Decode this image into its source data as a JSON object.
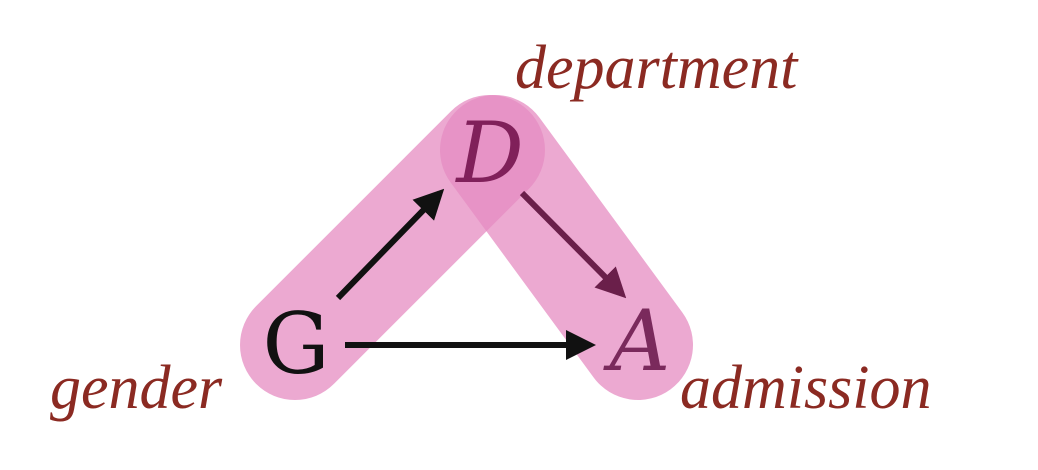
{
  "diagram": {
    "nodes": {
      "gender": {
        "symbol": "G",
        "label": "gender"
      },
      "department": {
        "symbol": "D",
        "label": "department"
      },
      "admission": {
        "symbol": "A",
        "label": "admission"
      }
    },
    "edges": [
      {
        "from": "G",
        "to": "D"
      },
      {
        "from": "D",
        "to": "A"
      },
      {
        "from": "G",
        "to": "A"
      }
    ],
    "colors": {
      "highlight": "#e58cc2",
      "overlap": "#df7ab6",
      "label": "#8b2a22",
      "node_g": "#111111",
      "node_d": "#80205a",
      "node_a": "#7a2a5c",
      "arrow_black": "#111111",
      "arrow_purple": "#6a1f4a"
    }
  }
}
